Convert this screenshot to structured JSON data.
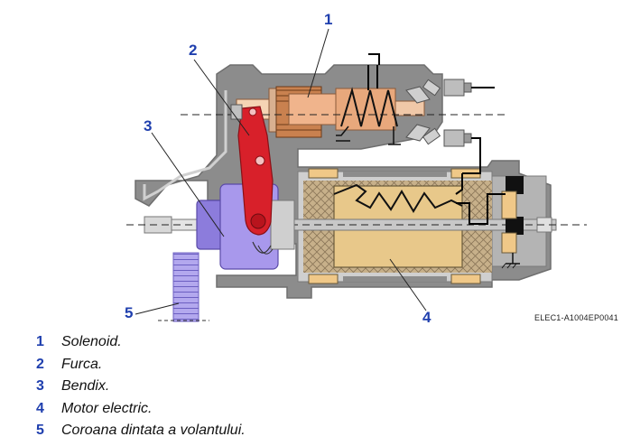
{
  "callouts": {
    "c1": "1",
    "c2": "2",
    "c3": "3",
    "c4": "4",
    "c5": "5"
  },
  "reference_code": "ELEC1-A1004EP0041",
  "legend": [
    {
      "number": "1",
      "label": "Solenoid."
    },
    {
      "number": "2",
      "label": "Furca."
    },
    {
      "number": "3",
      "label": "Bendix."
    },
    {
      "number": "4",
      "label": "Motor electric."
    },
    {
      "number": "5",
      "label": "Coroana dintata a volantului."
    }
  ],
  "colors": {
    "housing": "#8c8c8c",
    "housing_light": "#b4b4b4",
    "solenoid_plunger": "#f0b48c",
    "solenoid_coil": "#9a5a3a",
    "fork": "#d8202a",
    "bendix": "#9d8ce6",
    "armature": "#e8c88a",
    "winding_mesh": "#b09a78",
    "flywheel_ring": "#a89ae8",
    "wire": "#000000",
    "label_blue": "#1f3fae"
  }
}
